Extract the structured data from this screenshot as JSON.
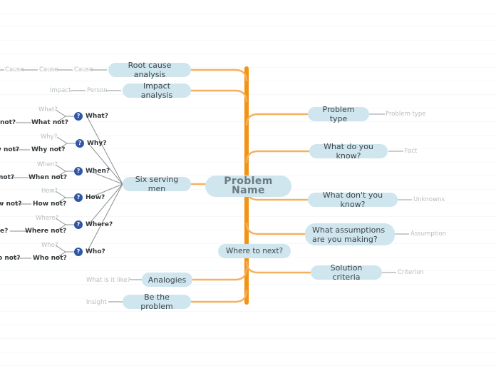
{
  "canvas": {
    "background": "#ffffff",
    "rule_color": "#f7f8f9",
    "trunk_color": "#f39313",
    "branch_color": "#f6b05e",
    "node_fill": "#cfe6ef",
    "node_text": "#3f4549",
    "center_text": "#6b7a80",
    "leaf_gray": "#b9bcbe",
    "leaf_dark": "#33383b",
    "icon_blue": "#2f57a6",
    "thin_line": "#8c8f92"
  },
  "center": {
    "label": "Problem Name"
  },
  "right_branches": [
    {
      "label": "Problem type",
      "terminal": "Problem type"
    },
    {
      "label": "What do you know?",
      "terminal": "Fact"
    },
    {
      "label": "What don't you know?",
      "terminal": "Unknowns"
    },
    {
      "label": "What assumptions\nare you making?",
      "terminal": "Assumption"
    },
    {
      "label": "Solution criteria",
      "terminal": "Criterion"
    }
  ],
  "bottom_node": {
    "label": "Where to next?"
  },
  "left_branches": [
    {
      "label": "Root cause analysis",
      "chain": [
        "Cause",
        "Cause",
        "Cause"
      ]
    },
    {
      "label": "Impact analysis",
      "chain": [
        "Impact",
        "Person"
      ]
    },
    {
      "label": "Six serving men",
      "questions": [
        {
          "icon": "question-icon",
          "label": "What?",
          "positive": "What?",
          "negative": "What not?",
          "clipped": "not?"
        },
        {
          "icon": "question-icon",
          "label": "Why?",
          "positive": "Why?",
          "negative": "Why not?",
          "clipped": "y not?"
        },
        {
          "icon": "question-icon",
          "label": "When?",
          "positive": "When?",
          "negative": "When not?",
          "clipped": "not?"
        },
        {
          "icon": "question-icon",
          "label": "How?",
          "positive": "How?",
          "negative": "How not?",
          "clipped": "w not?"
        },
        {
          "icon": "question-icon",
          "label": "Where?",
          "positive": "Where?",
          "negative": "Where not?",
          "clipped": "e?"
        },
        {
          "icon": "question-icon",
          "label": "Who?",
          "positive": "Who?",
          "negative": "Who not?",
          "clipped": "o not?"
        }
      ]
    },
    {
      "label": "Analogies",
      "chain": [
        "What is it like?"
      ]
    },
    {
      "label": "Be the problem",
      "chain": [
        "Insight"
      ]
    }
  ]
}
